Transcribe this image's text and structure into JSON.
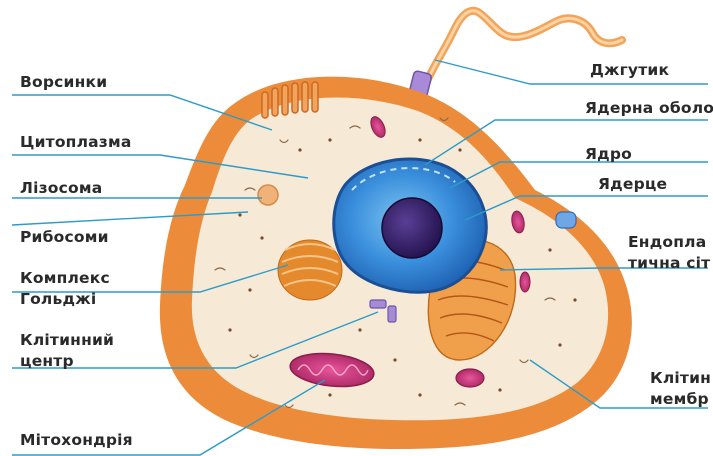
{
  "labels": {
    "vorsynky": "Ворсинки",
    "tsytoplazma": "Цитоплазма",
    "lizosoma": "Лізосома",
    "rybosomy": "Рибосоми",
    "golgi_1": "Комплекс",
    "golgi_2": "Гольджі",
    "centre_1": "Клітинний",
    "centre_2": "центр",
    "mitochondria": "Мітохондрія",
    "dzhgutyk": "Джгутик",
    "yaderna_obolonka": "Ядерна оболо",
    "yadro": "Ядро",
    "yadertse": "Ядерце",
    "er_1": "Ендопла",
    "er_2": "тична сіт",
    "membrane_1": "Клітин",
    "membrane_2": "мембр"
  },
  "colors": {
    "leader_line": "#2d9bc9",
    "membrane": "#e8883a",
    "cytoplasm": "#f6ead6",
    "nucleus": "#2e7fd0",
    "nucleolus": "#2b1a5c",
    "golgi": "#e58a2c",
    "mitochondria": "#c8357d",
    "lysosome": "#f1b27a",
    "centriole": "#a58ad6"
  }
}
